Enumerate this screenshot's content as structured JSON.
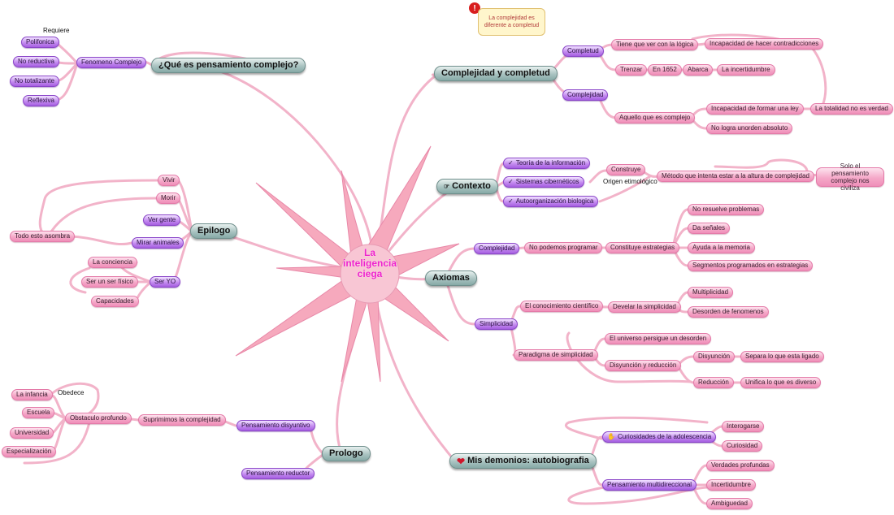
{
  "center": {
    "title": "La inteligencia ciega"
  },
  "callout": {
    "text": "La complejidad es diferente a completud",
    "icon": "alert-icon"
  },
  "colors": {
    "connector": "#f2b3c9",
    "central_star": "#f6a9bd",
    "title_text": "#ee22cc"
  },
  "branches": {
    "que_es": {
      "label": "¿Qué es pensamiento complejo?",
      "requiere": "Requiere",
      "fenomeno": "Fenomeno Complejo",
      "items": [
        "Polifonica",
        "No reductiva",
        "No totalizante",
        "Reflexiva"
      ]
    },
    "complejidad_completud": {
      "label": "Complejidad y completud",
      "completud": "Completud",
      "logica": "Tiene que ver con la lógica",
      "contradicciones": "Incapacidad de hacer contradicciones",
      "trenzar": "Trenzar",
      "anio": "En 1652",
      "abarca": "Abarca",
      "incertidumbre": "La incertidumbre",
      "complejidad": "Complejidad",
      "aquello": "Aquello que es complejo",
      "formar_ley": "Incapacidad de formar una ley",
      "totalidad": "La totalidad no es verdad",
      "desorden": "No logra unorden absoluto"
    },
    "contexto": {
      "label": "Contexto",
      "icon": "hand-pointing-icon",
      "teoria": "Teoría de la información",
      "sistemas": "Sistemas cibernéticos",
      "auto": "Autoorganización biologica",
      "construye": "Construye",
      "origen": "Origen etimológico",
      "metodo": "Método que intenta estar a la altura de complejidad",
      "solo": "Solo el pensamiento complejo nos civiliza"
    },
    "axiomas": {
      "label": "Axiomas",
      "complejidad": "Complejidad",
      "no_podemos": "No podemos programar",
      "estrategias": "Constituye estrategias",
      "no_resuelve": "No resuelve problemas",
      "senales": "Da señales",
      "memoria": "Ayuda a la memoria",
      "segmentos": "Segmentos programados en estrategias",
      "simplicidad": "Simplicidad",
      "conocimiento": "El conocimiento científico",
      "develar": "Develar la simplicidad",
      "multiplicidad": "Multiplicidad",
      "desorden_fen": "Desorden de fenomenos",
      "paradigma": "Paradigma de simplicidad",
      "universo": "El universo persigue un desorden",
      "disyuncion_reduccion": "Disyunción y reducción",
      "disyuncion": "Disyunción",
      "separa": "Separa lo que esta ligado",
      "reduccion": "Reducción",
      "unifica": "Unifica lo que es diverso"
    },
    "epilogo": {
      "label": "Epilogo",
      "vivir": "Vivir",
      "morir": "Morir",
      "ver_gente": "Ver gente",
      "mirar": "Mirar animales",
      "todo": "Todo esto asombra",
      "conciencia": "La conciencia",
      "ser_fisico": "Ser un ser físico",
      "ser_yo": "Ser YO",
      "capacidades": "Capacidades"
    },
    "prologo": {
      "label": "Prologo",
      "disyuntivo": "Pensamiento disyuntivo",
      "suprimimos": "Suprimimos la complejidad",
      "obstaculo": "Obstaculo profundo",
      "obedece": "Obedece",
      "infancia": "La infancia",
      "escuela": "Escuela",
      "universidad": "Universidad",
      "especializacion": "Especialización",
      "reductor": "Pensamiento reductor"
    },
    "demonios": {
      "label": "Mis demonios: autobiografia",
      "icon": "heart-icon",
      "curiosidades": "Curiosidades de la adolescencia",
      "curiosidades_icon": "handshake-icon",
      "interrogarse": "Interogarse",
      "curiosidad": "Curiosidad",
      "multidireccional": "Pensamiento multidireccional",
      "verdades": "Verdades profundas",
      "incertidumbre": "Incertidumbre",
      "ambiguedad": "Ambiguedad"
    }
  }
}
